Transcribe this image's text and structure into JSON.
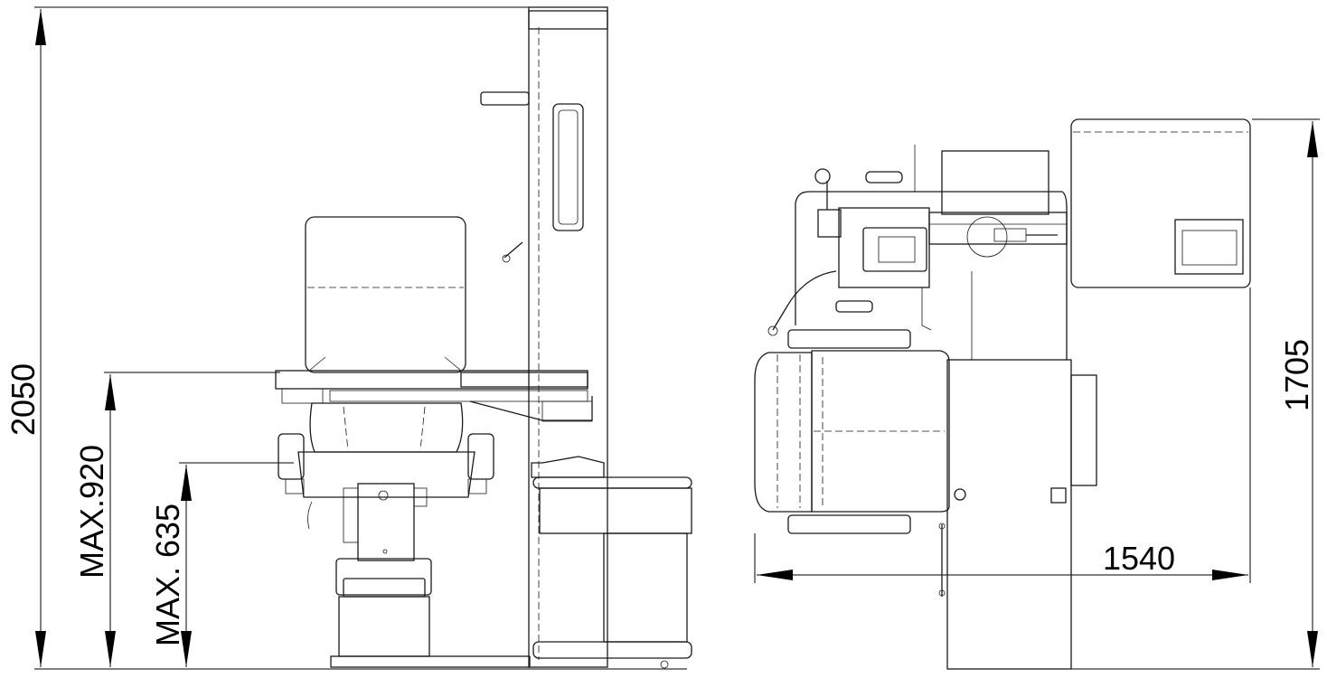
{
  "title": "Ophthalmic refraction unit dimensions",
  "dimensions": {
    "total_height": "2050",
    "max_table_height": "MAX.920",
    "max_seat_height": "MAX. 635",
    "width": "1540",
    "depth": "1705"
  }
}
